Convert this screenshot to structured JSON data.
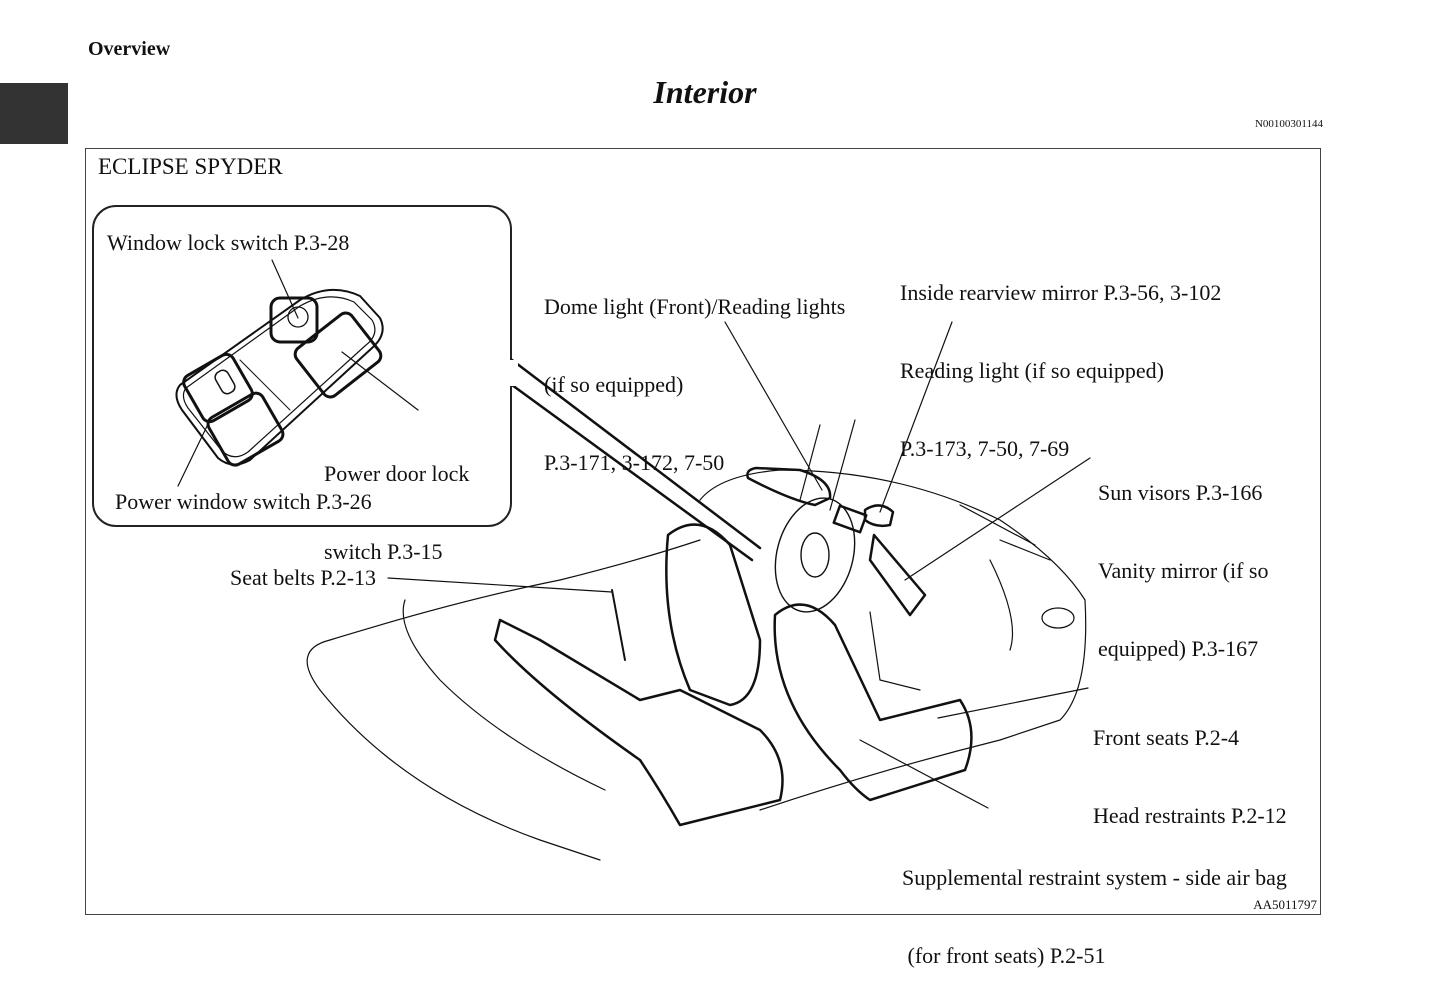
{
  "header": {
    "section": "Overview",
    "title": "Interior",
    "doc_code": "N00100301144"
  },
  "figure": {
    "model": "ECLIPSE SPYDER",
    "art_code": "AA5011797",
    "inset_callouts": [
      {
        "id": "window-lock-switch",
        "lines": [
          "Window lock switch P.3-28"
        ]
      },
      {
        "id": "power-door-lock-switch",
        "lines": [
          "Power door lock",
          "switch P.3-15"
        ]
      },
      {
        "id": "power-window-switch",
        "lines": [
          "Power window switch P.3-26"
        ]
      }
    ],
    "callouts": [
      {
        "id": "dome-light",
        "lines": [
          "Dome light (Front)/Reading lights",
          "(if so equipped)",
          "P.3-171, 3-172, 7-50"
        ]
      },
      {
        "id": "inside-rearview-mirror",
        "lines": [
          "Inside rearview mirror P.3-56, 3-102",
          "Reading light (if so equipped)",
          "P.3-173, 7-50, 7-69"
        ]
      },
      {
        "id": "sun-visors",
        "lines": [
          "Sun visors P.3-166",
          "Vanity mirror (if so",
          "equipped) P.3-167"
        ]
      },
      {
        "id": "seat-belts",
        "lines": [
          "Seat belts P.2-13"
        ]
      },
      {
        "id": "front-seats",
        "lines": [
          "Front seats P.2-4",
          "Head restraints P.2-12"
        ]
      },
      {
        "id": "side-air-bag",
        "lines": [
          "Supplemental restraint system - side air bag",
          " (for front seats) P.2-51"
        ]
      }
    ]
  }
}
